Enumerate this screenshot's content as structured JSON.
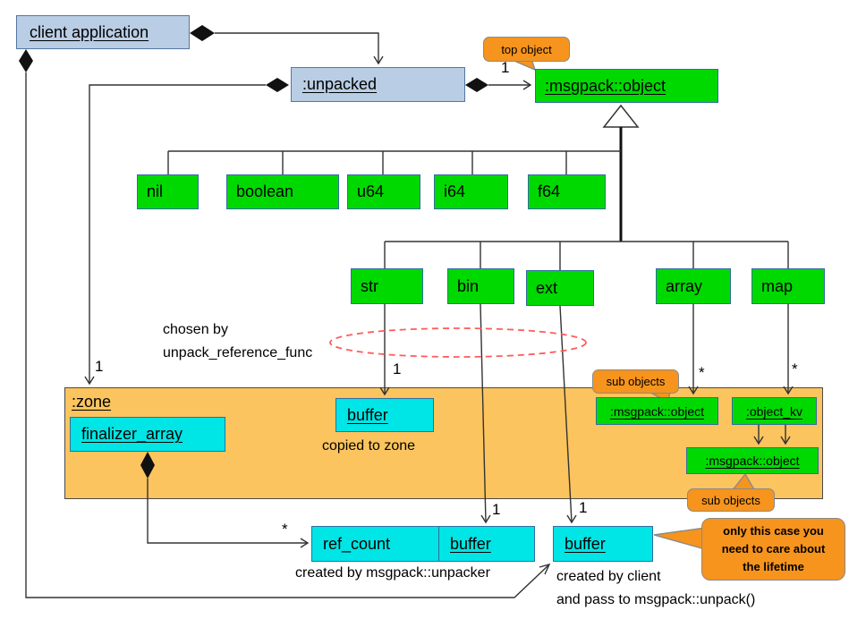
{
  "nodes": {
    "client_application": "client application",
    "unpacked": ":unpacked",
    "msgpack_object": ":msgpack::object",
    "nil": "nil",
    "boolean": "boolean",
    "u64": "u64",
    "i64": "i64",
    "f64": "f64",
    "str": "str",
    "bin": "bin",
    "ext": "ext",
    "array": "array",
    "map": "map",
    "zone": ":zone",
    "finalizer_array": "finalizer_array",
    "buffer_in_zone": "buffer",
    "sub_object_left": ":msgpack::object",
    "object_kv": ":object_kv",
    "sub_object_bottom": ":msgpack::object",
    "ref_count": "ref_count",
    "buffer_unpacker": "buffer",
    "buffer_client": "buffer"
  },
  "callouts": {
    "top_object": "top object",
    "sub_objects_top": "sub objects",
    "sub_objects_bottom": "sub objects",
    "lifetime": "only this case you\nneed to care about\nthe lifetime"
  },
  "annotations": {
    "chosen_by": "chosen by\nunpack_reference_func",
    "copied_to_zone": "copied to zone",
    "created_by_unpacker": "created by msgpack::unpacker",
    "created_by_client": "created by client\nand pass to msgpack::unpack()"
  },
  "multiplicity": {
    "one": "1",
    "many": "*"
  },
  "colors": {
    "type_green": "#00d900",
    "buffer_cyan": "#00e5e5",
    "client_blue": "#b9cde4",
    "zone_orange": "#fbc45e",
    "callout_orange": "#f6941d",
    "ellipse_red": "#ff5c5c"
  }
}
